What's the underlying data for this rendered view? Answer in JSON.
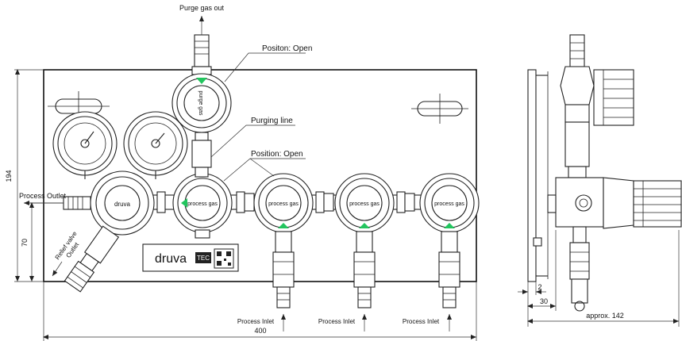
{
  "labels": {
    "purge_gas_out": "Purge gas out",
    "position_top": "Positon: Open",
    "purging_line": "Purging line",
    "position_mid": "Position: Open",
    "process_outlet": "Process Outlet",
    "relief_valve_outlet_1": "Relief valve",
    "relief_valve_outlet_2": "Outlet",
    "process_inlet_1": "Process Inlet",
    "process_inlet_2": "Process Inlet",
    "process_inlet_3": "Process Inlet",
    "brand_1": "druva",
    "brand_2": "TEC",
    "knob_small": "druva",
    "knob_process_1": "process gas",
    "knob_process_2": "process gas",
    "knob_process_3": "process gas",
    "knob_process_4": "process gas",
    "knob_purge": "purge gas"
  },
  "dimensions": {
    "height_total": "194",
    "height_lower": "70",
    "width_total": "400",
    "side_small": "2",
    "side_depth": "30",
    "side_total": "approx. 142"
  },
  "colors": {
    "position_marker": "#22c55e",
    "line": "#222222"
  }
}
